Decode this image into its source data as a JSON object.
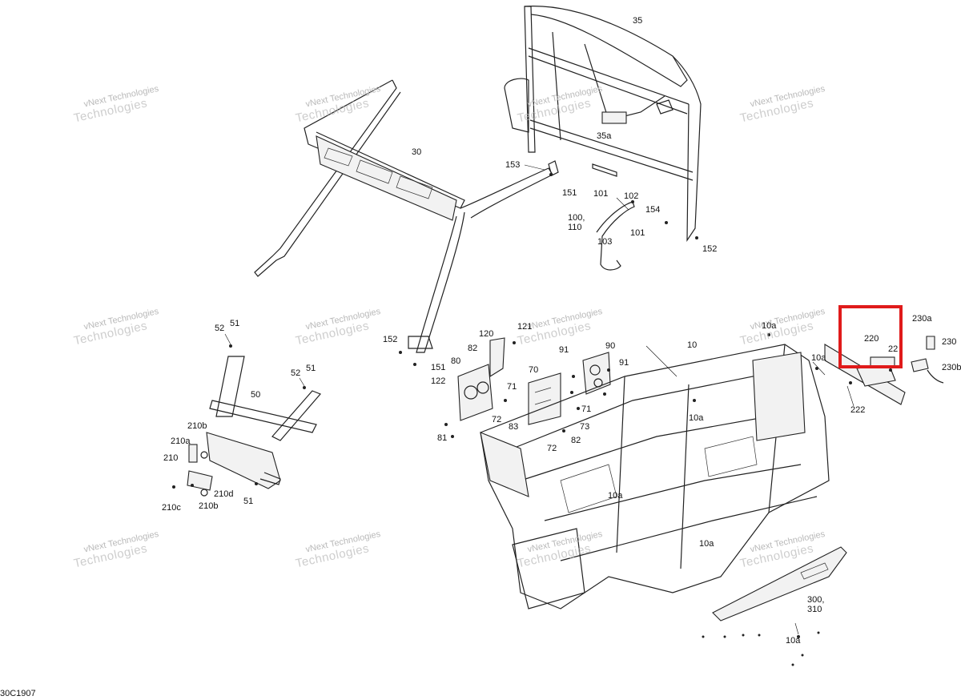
{
  "diagram": {
    "watermark": {
      "line1": "vNext Technologies",
      "line2": "Technologies"
    },
    "code": "30C1907",
    "highlight": {
      "color": "#e01b1b"
    },
    "callouts": [
      {
        "id": "35",
        "text": "35"
      },
      {
        "id": "35a",
        "text": "35a"
      },
      {
        "id": "30",
        "text": "30"
      },
      {
        "id": "153",
        "text": "153"
      },
      {
        "id": "151-top",
        "text": "151"
      },
      {
        "id": "101-a",
        "text": "101"
      },
      {
        "id": "102",
        "text": "102"
      },
      {
        "id": "154",
        "text": "154"
      },
      {
        "id": "100-110",
        "text": "100,\n110"
      },
      {
        "id": "101-b",
        "text": "101"
      },
      {
        "id": "103",
        "text": "103"
      },
      {
        "id": "152-top",
        "text": "152"
      },
      {
        "id": "52-a",
        "text": "52"
      },
      {
        "id": "51-a",
        "text": "51"
      },
      {
        "id": "52-b",
        "text": "52"
      },
      {
        "id": "51-b",
        "text": "51"
      },
      {
        "id": "50",
        "text": "50"
      },
      {
        "id": "210b-top",
        "text": "210b"
      },
      {
        "id": "210a",
        "text": "210a"
      },
      {
        "id": "210",
        "text": "210"
      },
      {
        "id": "210d",
        "text": "210d"
      },
      {
        "id": "51-c",
        "text": "51"
      },
      {
        "id": "210c",
        "text": "210c"
      },
      {
        "id": "210b-bot",
        "text": "210b"
      },
      {
        "id": "152-mid",
        "text": "152"
      },
      {
        "id": "151-mid",
        "text": "151"
      },
      {
        "id": "120",
        "text": "120"
      },
      {
        "id": "121",
        "text": "121"
      },
      {
        "id": "82-a",
        "text": "82"
      },
      {
        "id": "80",
        "text": "80"
      },
      {
        "id": "122",
        "text": "122"
      },
      {
        "id": "81",
        "text": "81"
      },
      {
        "id": "91-a",
        "text": "91"
      },
      {
        "id": "90",
        "text": "90"
      },
      {
        "id": "91-b",
        "text": "91"
      },
      {
        "id": "70",
        "text": "70"
      },
      {
        "id": "71-a",
        "text": "71"
      },
      {
        "id": "72-a",
        "text": "72"
      },
      {
        "id": "83",
        "text": "83"
      },
      {
        "id": "71-b",
        "text": "71"
      },
      {
        "id": "73",
        "text": "73"
      },
      {
        "id": "82-b",
        "text": "82"
      },
      {
        "id": "72-b",
        "text": "72"
      },
      {
        "id": "10",
        "text": "10"
      },
      {
        "id": "10a-1",
        "text": "10a"
      },
      {
        "id": "10a-2",
        "text": "10a"
      },
      {
        "id": "10a-3",
        "text": "10a"
      },
      {
        "id": "10a-4",
        "text": "10a"
      },
      {
        "id": "10a-5",
        "text": "10a"
      },
      {
        "id": "10a-6",
        "text": "10a"
      },
      {
        "id": "220",
        "text": "220"
      },
      {
        "id": "22",
        "text": "22"
      },
      {
        "id": "222",
        "text": "222"
      },
      {
        "id": "230a",
        "text": "230a"
      },
      {
        "id": "230",
        "text": "230"
      },
      {
        "id": "230b",
        "text": "230b"
      },
      {
        "id": "300-310",
        "text": "300,\n310"
      }
    ]
  }
}
